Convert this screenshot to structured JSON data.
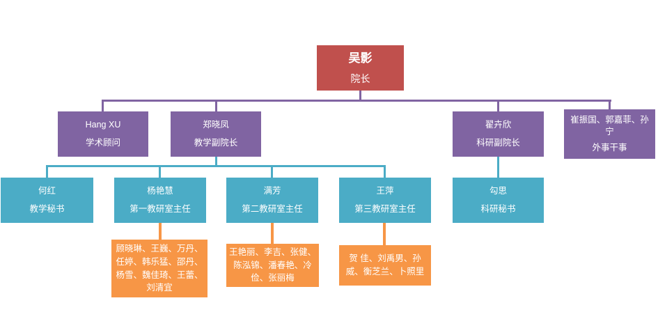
{
  "diagram": {
    "type": "org-chart",
    "colors": {
      "level1": "#C0504D",
      "level2": "#8064A2",
      "level3": "#4BACC6",
      "level4": "#F79646",
      "background": "#ffffff"
    },
    "nodes": {
      "ceo": {
        "name": "吴影",
        "title": "院长"
      },
      "advisor": {
        "name": "Hang XU",
        "title": "学术顾问"
      },
      "vp_teaching": {
        "name": "郑晓凤",
        "title": "教学副院长"
      },
      "vp_research": {
        "name": "翟卉欣",
        "title": "科研副院长"
      },
      "foreign_affairs": {
        "name": "崔振国、郭嘉菲、孙宁",
        "title": "外事干事"
      },
      "teaching_secretary": {
        "name": "何红",
        "title": "教学秘书"
      },
      "dept1_head": {
        "name": "杨艳慧",
        "title": "第一教研室主任"
      },
      "dept2_head": {
        "name": "满芳",
        "title": "第二教研室主任"
      },
      "dept3_head": {
        "name": "王萍",
        "title": "第三教研室主任"
      },
      "research_secretary": {
        "name": "勾思",
        "title": "科研秘书"
      },
      "dept1_members": {
        "names": "顾晓琳、王巍、万丹、任婷、韩乐猛、邵丹、杨雪、魏佳琦、王蕾、刘清宜"
      },
      "dept2_members": {
        "names": "王艳丽、李吉、张健、陈泓锦、潘春艳、冷俭、张丽梅"
      },
      "dept3_members": {
        "names": "贺 佳、刘禹男、孙威、衡芝兰、卜照里"
      }
    }
  }
}
